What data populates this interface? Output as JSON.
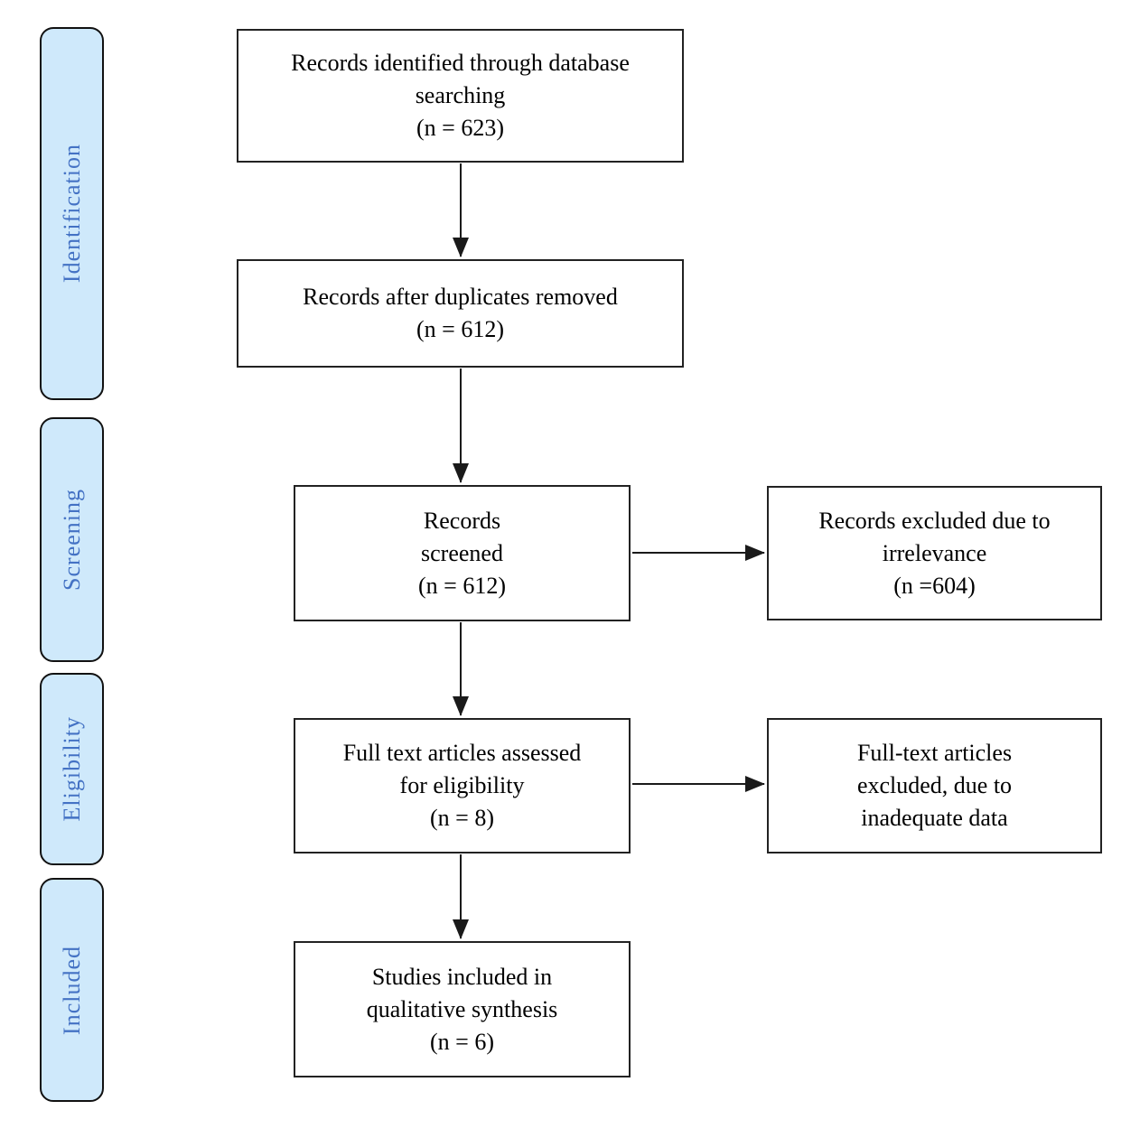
{
  "palette": {
    "stage_fill": "#cfe9fb",
    "stage_text_color": "#4472c4",
    "box_border_color": "#222222",
    "arrow_color": "#1a1a1a"
  },
  "stages": [
    {
      "label": "Identification"
    },
    {
      "label": "Screening"
    },
    {
      "label": "Eligibility"
    },
    {
      "label": "Included"
    }
  ],
  "boxes": {
    "identified": {
      "lines": [
        "Records identified through database",
        "searching",
        "(n = 623)"
      ]
    },
    "duplicates_removed": {
      "lines": [
        "Records after duplicates removed",
        "(n = 612)"
      ]
    },
    "screened": {
      "lines": [
        "Records",
        "screened",
        "(n = 612)"
      ]
    },
    "excluded_irrelevance": {
      "lines": [
        "Records excluded due to",
        "irrelevance",
        "(n =604)"
      ]
    },
    "fulltext_assessed": {
      "lines": [
        "Full text articles assessed",
        "for eligibility",
        "(n = 8)"
      ]
    },
    "fulltext_excluded": {
      "lines": [
        "Full-text articles",
        "excluded, due to",
        "inadequate data"
      ]
    },
    "qualitative_synthesis": {
      "lines": [
        "Studies included in",
        "qualitative synthesis",
        "(n = 6)"
      ]
    }
  }
}
